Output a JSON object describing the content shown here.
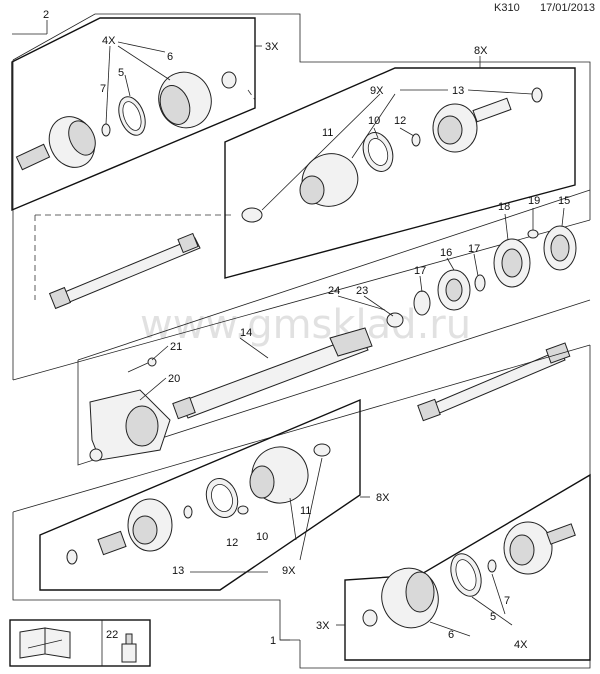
{
  "header": {
    "code": "K310",
    "date": "17/01/2013"
  },
  "watermark": "www.gmsklad.ru",
  "callouts": {
    "c2": "2",
    "c3x_top": "3X",
    "c4x_top": "4X",
    "c6_top": "6",
    "c5_top": "5",
    "c7_top": "7",
    "c8x_top": "8X",
    "c9x_top": "9X",
    "c13_top": "13",
    "c11_top": "11",
    "c10_top": "10",
    "c12_top": "12",
    "c18": "18",
    "c19": "19",
    "c15": "15",
    "c16": "16",
    "c17a": "17",
    "c17b": "17",
    "c24": "24",
    "c23": "23",
    "c14": "14",
    "c21": "21",
    "c20": "20",
    "c8x_bot": "8X",
    "c11_bot": "11",
    "c10_bot": "10",
    "c12_bot": "12",
    "c9x_bot": "9X",
    "c13_bot": "13",
    "c3x_bot": "3X",
    "c7_bot": "7",
    "c5_bot": "5",
    "c6_bot": "6",
    "c4x_bot": "4X",
    "c1": "1",
    "c22": "22"
  },
  "icons": [
    "manual-wrench-icon",
    "grease-bottle-icon"
  ]
}
